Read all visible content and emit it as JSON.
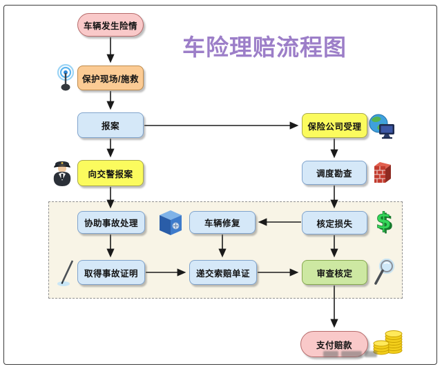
{
  "title": {
    "text": "车险理赔流程图",
    "color": "#9C7EC8"
  },
  "nodes": {
    "incident": {
      "label": "车辆发生险情",
      "shape": "stadium",
      "fill": "#F9C9C9"
    },
    "protect": {
      "label": "保护现场/施救",
      "shape": "rounded-rect",
      "fill": "#FBCB94"
    },
    "report": {
      "label": "报案",
      "shape": "rounded-rect",
      "fill": "#D5E8F8"
    },
    "police_report": {
      "label": "向交警报案",
      "shape": "rounded-rect",
      "fill": "#FBFB5E"
    },
    "insurer_accept": {
      "label": "保险公司受理",
      "shape": "rounded-rect",
      "fill": "#FBFB5E"
    },
    "dispatch_survey": {
      "label": "调度勘查",
      "shape": "rounded-rect",
      "fill": "#D5E8F8"
    },
    "assist_handle": {
      "label": "协助事故处理",
      "shape": "rounded-rect",
      "fill": "#D5E8F8"
    },
    "vehicle_repair": {
      "label": "车辆修复",
      "shape": "rounded-rect",
      "fill": "#D5E8F8"
    },
    "assess_loss": {
      "label": "核定损失",
      "shape": "rounded-rect",
      "fill": "#D5E8F8"
    },
    "accident_proof": {
      "label": "取得事故证明",
      "shape": "rounded-rect",
      "fill": "#D5E8F8"
    },
    "submit_docs": {
      "label": "递交索赔单证",
      "shape": "rounded-rect",
      "fill": "#D5E8F8"
    },
    "review_approve": {
      "label": "审查核定",
      "shape": "rounded-rect",
      "fill": "#CDE8A2"
    },
    "pay_claim": {
      "label": "支付赔款",
      "shape": "stadium",
      "fill": "#F9C9C9"
    }
  },
  "edges": [
    {
      "from": "incident",
      "to": "protect"
    },
    {
      "from": "protect",
      "to": "report"
    },
    {
      "from": "report",
      "to": "police_report"
    },
    {
      "from": "report",
      "to": "insurer_accept"
    },
    {
      "from": "insurer_accept",
      "to": "dispatch_survey"
    },
    {
      "from": "police_report",
      "to": "assist_handle"
    },
    {
      "from": "dispatch_survey",
      "to": "assess_loss"
    },
    {
      "from": "assist_handle",
      "to": "accident_proof"
    },
    {
      "from": "assess_loss",
      "to": "vehicle_repair"
    },
    {
      "from": "assess_loss",
      "to": "review_approve"
    },
    {
      "from": "vehicle_repair",
      "to": "submit_docs"
    },
    {
      "from": "accident_proof",
      "to": "submit_docs"
    },
    {
      "from": "submit_docs",
      "to": "review_approve"
    },
    {
      "from": "review_approve",
      "to": "pay_claim"
    }
  ],
  "icons": [
    "antenna-icon",
    "police-officer-icon",
    "globe-computer-icon",
    "firewall-brick-icon",
    "safe-icon",
    "dollar-icon",
    "pen-icon",
    "magnifier-icon",
    "gold-coins-icon",
    "blurred-watermark"
  ],
  "colors": {
    "blue_fill": "#D5E8F8",
    "blue_border": "#7FA3CC",
    "yellow_fill": "#FBFB5E",
    "yellow_border": "#A8A84A",
    "orange_fill": "#FBCB94",
    "orange_border": "#BE8A4A",
    "pink_fill": "#F9C9C9",
    "pink_border": "#B66A6A",
    "green_fill": "#CDE8A2",
    "green_border": "#85A84E",
    "container_fill": "#F8F4E6",
    "container_border": "#8F8F8F",
    "arrow": "#1a1a1a",
    "title": "#9C7EC8"
  }
}
